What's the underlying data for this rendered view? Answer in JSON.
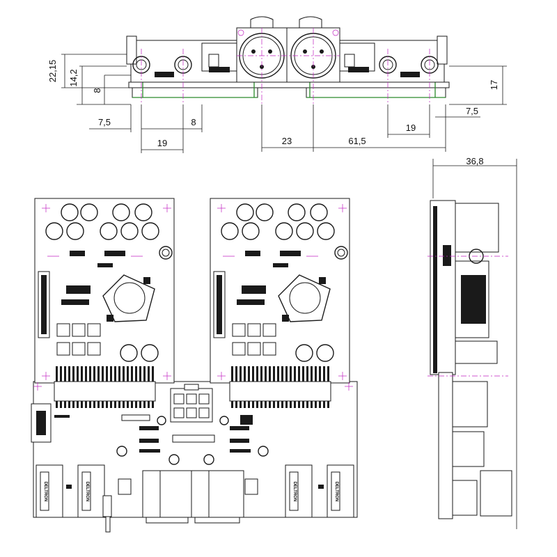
{
  "top_view_dimensions": {
    "height_total": "22,15",
    "height_inner": "14,2",
    "height_pcb": "8",
    "height_right": "17",
    "left_offset": "7,5",
    "spacing_small": "8",
    "left_pitch": "19",
    "center_gap": "23",
    "right_span": "61,5",
    "right_pitch": "19",
    "right_offset": "7,5"
  },
  "side_view_dimensions": {
    "width": "36,8"
  },
  "connector_labels": [
    "DELTRON",
    "DELTRON",
    "DELTRON",
    "DELTRON"
  ],
  "colors": {
    "lines": "#1a1a1a",
    "centerlines": "#c020c0",
    "pins": "#2a8a2a"
  }
}
